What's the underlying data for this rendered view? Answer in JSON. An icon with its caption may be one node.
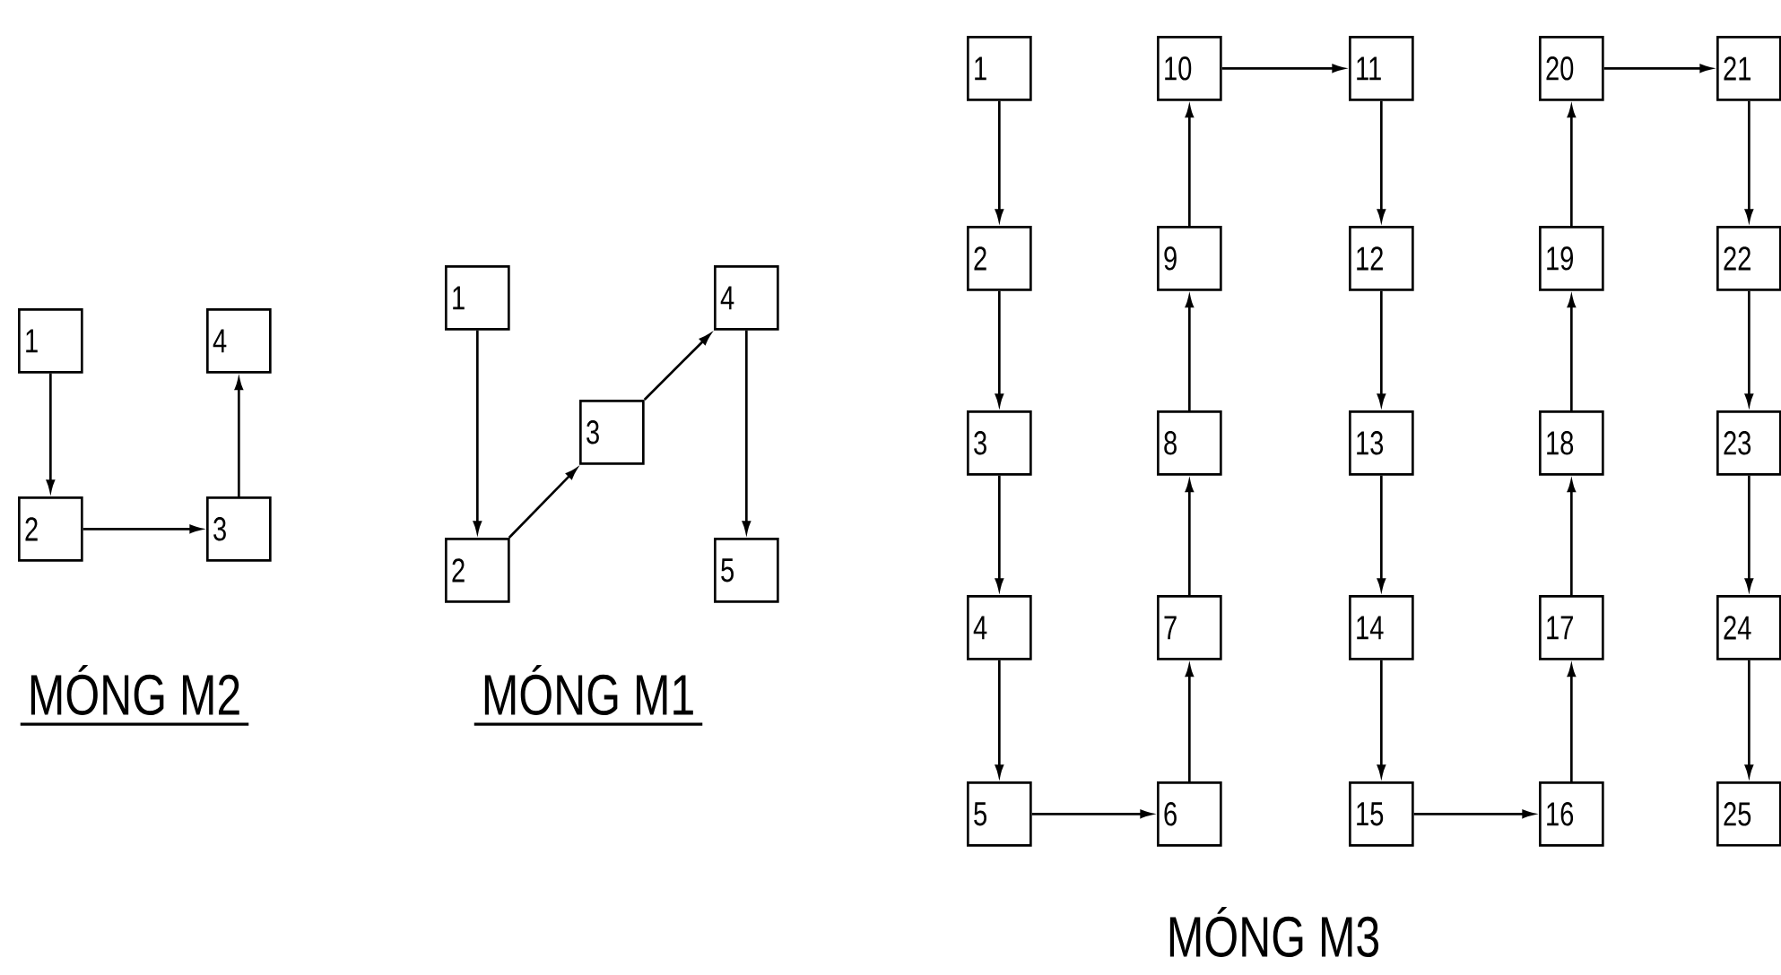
{
  "diagram": {
    "nodes": [
      {
        "text": [
          "1"
        ]
      },
      {
        "text": [
          "4"
        ]
      },
      {
        "text": [
          "2"
        ]
      },
      {
        "text": [
          "3"
        ]
      },
      {
        "text": [
          "1"
        ]
      },
      {
        "text": [
          "4"
        ]
      },
      {
        "text": [
          "3"
        ]
      },
      {
        "text": [
          "2"
        ]
      },
      {
        "text": [
          "5"
        ]
      },
      {
        "text": [
          "1"
        ]
      },
      {
        "text": [
          "10"
        ]
      },
      {
        "text": [
          "11"
        ]
      },
      {
        "text": [
          "20"
        ]
      },
      {
        "text": [
          "21"
        ]
      },
      {
        "text": [
          "2"
        ]
      },
      {
        "text": [
          "9"
        ]
      },
      {
        "text": [
          "12"
        ]
      },
      {
        "text": [
          "19"
        ]
      },
      {
        "text": [
          "22"
        ]
      },
      {
        "text": [
          "3"
        ]
      },
      {
        "text": [
          "8"
        ]
      },
      {
        "text": [
          "13"
        ]
      },
      {
        "text": [
          "18"
        ]
      },
      {
        "text": [
          "23"
        ]
      },
      {
        "text": [
          "4"
        ]
      },
      {
        "text": [
          "7"
        ]
      },
      {
        "text": [
          "14"
        ]
      },
      {
        "text": [
          "17"
        ]
      },
      {
        "text": [
          "24"
        ]
      },
      {
        "text": [
          "5"
        ]
      },
      {
        "text": [
          "6"
        ]
      },
      {
        "text": [
          "15"
        ]
      },
      {
        "text": [
          "16"
        ]
      },
      {
        "text": [
          "25"
        ]
      }
    ],
    "edges": [
      {
        "from": 0,
        "to": 2,
        "arrow": "to"
      },
      {
        "from": 2,
        "to": 3,
        "arrow": "to"
      },
      {
        "from": 3,
        "to": 1,
        "arrow": "to"
      },
      {
        "from": 4,
        "to": 7,
        "arrow": "to"
      },
      {
        "from": 7,
        "to": 6,
        "arrow": "to"
      },
      {
        "from": 6,
        "to": 5,
        "arrow": "to"
      },
      {
        "from": 5,
        "to": 8,
        "arrow": "to"
      },
      {
        "from": 9,
        "to": 14,
        "arrow": "to"
      },
      {
        "from": 14,
        "to": 19,
        "arrow": "to"
      },
      {
        "from": 19,
        "to": 24,
        "arrow": "to"
      },
      {
        "from": 24,
        "to": 29,
        "arrow": "to"
      },
      {
        "from": 29,
        "to": 30,
        "arrow": "to"
      },
      {
        "from": 30,
        "to": 25,
        "arrow": "to"
      },
      {
        "from": 25,
        "to": 20,
        "arrow": "to"
      },
      {
        "from": 20,
        "to": 15,
        "arrow": "to"
      },
      {
        "from": 15,
        "to": 10,
        "arrow": "to"
      },
      {
        "from": 10,
        "to": 11,
        "arrow": "to"
      },
      {
        "from": 11,
        "to": 16,
        "arrow": "to"
      },
      {
        "from": 16,
        "to": 21,
        "arrow": "to"
      },
      {
        "from": 21,
        "to": 26,
        "arrow": "to"
      },
      {
        "from": 26,
        "to": 31,
        "arrow": "to"
      },
      {
        "from": 31,
        "to": 32,
        "arrow": "to"
      },
      {
        "from": 32,
        "to": 27,
        "arrow": "to"
      },
      {
        "from": 27,
        "to": 22,
        "arrow": "to"
      },
      {
        "from": 22,
        "to": 17,
        "arrow": "to"
      },
      {
        "from": 17,
        "to": 12,
        "arrow": "to"
      },
      {
        "from": 12,
        "to": 13,
        "arrow": "to"
      },
      {
        "from": 13,
        "to": 18,
        "arrow": "to"
      },
      {
        "from": 18,
        "to": 23,
        "arrow": "to"
      },
      {
        "from": 23,
        "to": 28,
        "arrow": "to"
      },
      {
        "from": 28,
        "to": 33,
        "arrow": "to"
      }
    ],
    "labels": [
      "MÓNG M2",
      "MÓNG M1",
      "MÓNG M3"
    ]
  }
}
